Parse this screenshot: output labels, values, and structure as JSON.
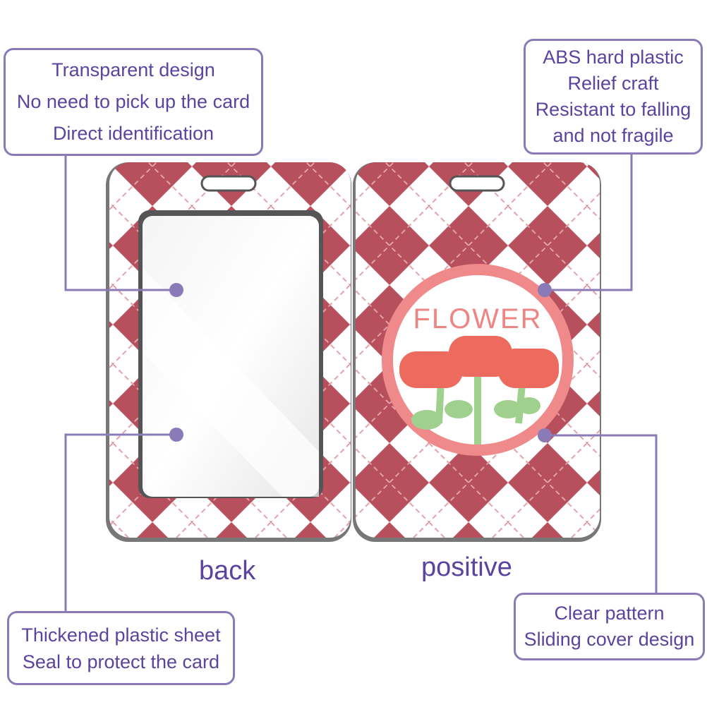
{
  "callouts": {
    "top_left": [
      "Transparent design",
      "No need to pick up the card",
      "Direct identification"
    ],
    "top_right": [
      "ABS hard plastic",
      "Relief craft",
      "Resistant to falling",
      "and not fragile"
    ],
    "bottom_left": [
      "Thickened plastic sheet",
      "Seal to protect the card"
    ],
    "bottom_right": [
      "Clear pattern",
      "Sliding cover design"
    ]
  },
  "labels": {
    "back": "back",
    "positive": "positive"
  },
  "card": {
    "badge_text": "FLOWER"
  },
  "colors": {
    "accent": "#8a7bb8",
    "text": "#5b44a0",
    "diamond": "#b84f5d",
    "badge_ring": "#f08a8a",
    "flower": "#ec6a5e",
    "stem": "#9fd08e"
  }
}
